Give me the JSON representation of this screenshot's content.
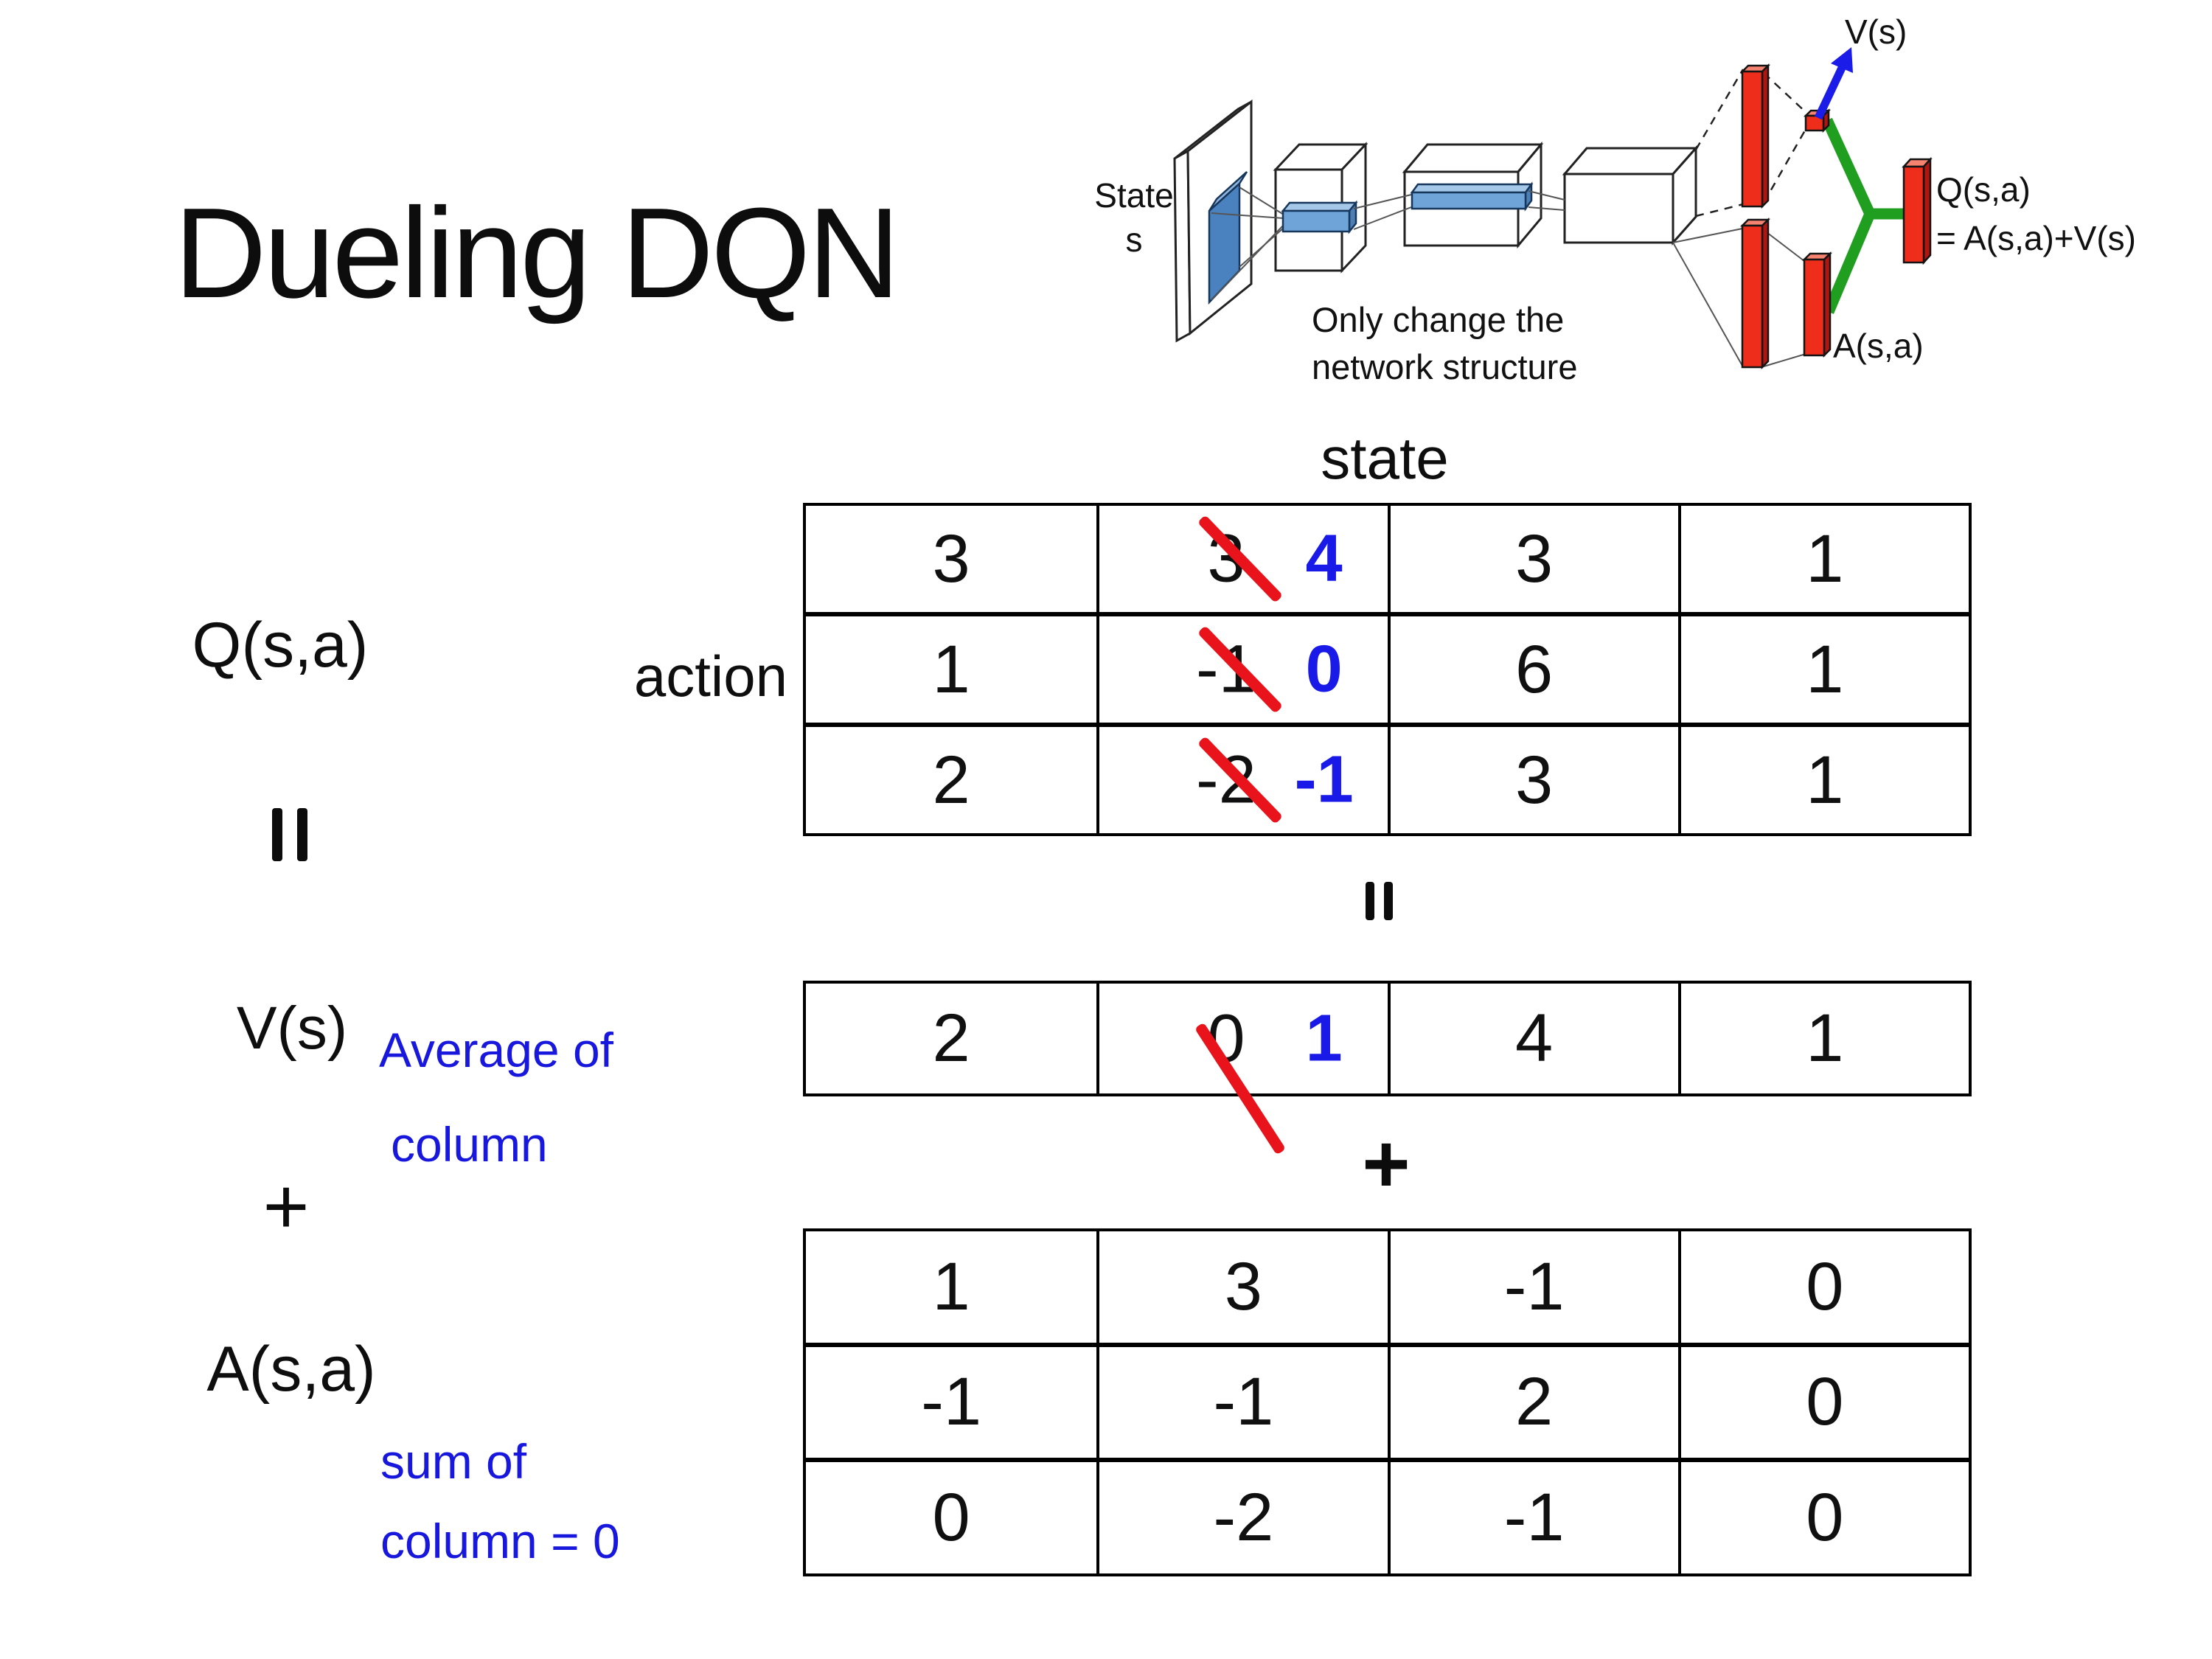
{
  "slide": {
    "title": "Dueling DQN"
  },
  "colors": {
    "accent_blue": "#1717dd",
    "strike_red": "#e8131b",
    "bar_red": "#ee2d1a",
    "join_green": "#1f9e1f",
    "feature_blue": "#6fa4d8"
  },
  "diagram": {
    "state_label_line1": "State",
    "state_label_line2": "s",
    "note_line1": "Only change the",
    "note_line2": "network structure",
    "v_label": "V(s)",
    "a_label": "A(s,a)",
    "q_label": "Q(s,a)",
    "q_formula": "= A(s,a)+V(s)"
  },
  "equation": {
    "q_label": "Q(s,a)",
    "action_label": "action",
    "state_label": "state",
    "v_label": "V(s)",
    "a_label": "A(s,a)",
    "plus_symbol": "+",
    "avg_note_line1": "Average of",
    "avg_note_line2": "column",
    "sum_note_line1": "sum of",
    "sum_note_line2": "column = 0"
  },
  "tables": {
    "q": {
      "rows": [
        {
          "c0": "3",
          "c1_old": "3",
          "c1_new": "4",
          "c2": "3",
          "c3": "1"
        },
        {
          "c0": "1",
          "c1_old": "-1",
          "c1_new": "0",
          "c2": "6",
          "c3": "1"
        },
        {
          "c0": "2",
          "c1_old": "-2",
          "c1_new": "-1",
          "c2": "3",
          "c3": "1"
        }
      ]
    },
    "v": {
      "c0": "2",
      "c1_old": "0",
      "c1_new": "1",
      "c2": "4",
      "c3": "1"
    },
    "a": {
      "rows": [
        {
          "c0": "1",
          "c1": "3",
          "c2": "-1",
          "c3": "0"
        },
        {
          "c0": "-1",
          "c1": "-1",
          "c2": "2",
          "c3": "0"
        },
        {
          "c0": "0",
          "c1": "-2",
          "c2": "-1",
          "c3": "0"
        }
      ]
    }
  }
}
